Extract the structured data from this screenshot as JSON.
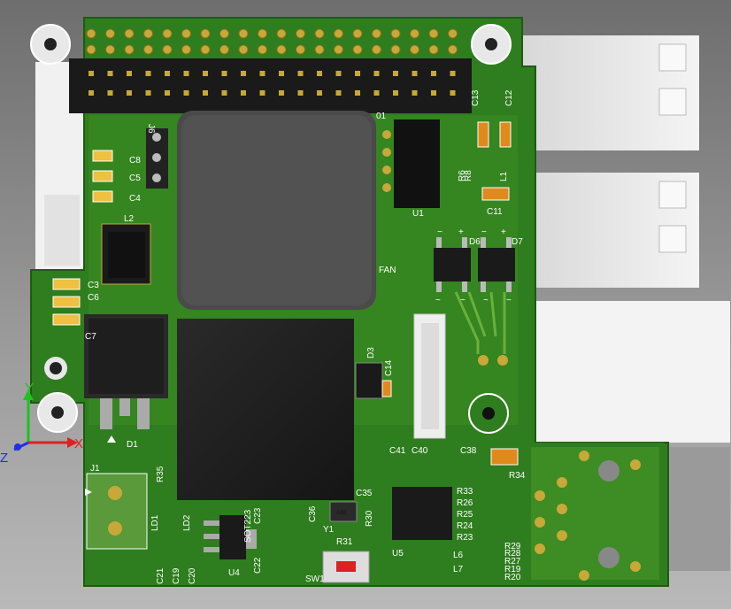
{
  "board": {
    "fan_label": "FAN",
    "chip_mark": "A3E",
    "u4_mark": "SOT223",
    "pin1_mark": "01"
  },
  "components": [
    {
      "ref": "C8"
    },
    {
      "ref": "C5"
    },
    {
      "ref": "C4"
    },
    {
      "ref": "J6"
    },
    {
      "ref": "L2"
    },
    {
      "ref": "C3"
    },
    {
      "ref": "C6"
    },
    {
      "ref": "C7"
    },
    {
      "ref": "D1"
    },
    {
      "ref": "J1"
    },
    {
      "ref": "R35"
    },
    {
      "ref": "LD1"
    },
    {
      "ref": "LD2"
    },
    {
      "ref": "C21"
    },
    {
      "ref": "C19"
    },
    {
      "ref": "C20"
    },
    {
      "ref": "U4"
    },
    {
      "ref": "C23"
    },
    {
      "ref": "C22"
    },
    {
      "ref": "C36"
    },
    {
      "ref": "Y1"
    },
    {
      "ref": "R31"
    },
    {
      "ref": "SW1"
    },
    {
      "ref": "C35"
    },
    {
      "ref": "R30"
    },
    {
      "ref": "U5"
    },
    {
      "ref": "C41"
    },
    {
      "ref": "C40"
    },
    {
      "ref": "C38"
    },
    {
      "ref": "R34"
    },
    {
      "ref": "R33"
    },
    {
      "ref": "R26"
    },
    {
      "ref": "R25"
    },
    {
      "ref": "R24"
    },
    {
      "ref": "R23"
    },
    {
      "ref": "L6"
    },
    {
      "ref": "L7"
    },
    {
      "ref": "R29"
    },
    {
      "ref": "R28"
    },
    {
      "ref": "R27"
    },
    {
      "ref": "R19"
    },
    {
      "ref": "R20"
    },
    {
      "ref": "U1"
    },
    {
      "ref": "R6"
    },
    {
      "ref": "R8"
    },
    {
      "ref": "C13"
    },
    {
      "ref": "C12"
    },
    {
      "ref": "L1"
    },
    {
      "ref": "C11"
    },
    {
      "ref": "D6"
    },
    {
      "ref": "D7"
    },
    {
      "ref": "D3"
    },
    {
      "ref": "C14"
    }
  ],
  "polarity": {
    "minus": "−",
    "plus": "+",
    "tilde": "~"
  },
  "axes": {
    "x": "X",
    "y": "Y",
    "z": "Z",
    "x_color": "#e02020",
    "y_color": "#20c020",
    "z_color": "#2030e0"
  },
  "colors": {
    "pcb": "#2e7d1e",
    "pcb_light": "#4d9a2a",
    "silk": "#ffffff",
    "header": "#1a1a1a",
    "gold": "#c8a838",
    "chip": "#1e1e1e",
    "cap": "#e08a1e"
  }
}
